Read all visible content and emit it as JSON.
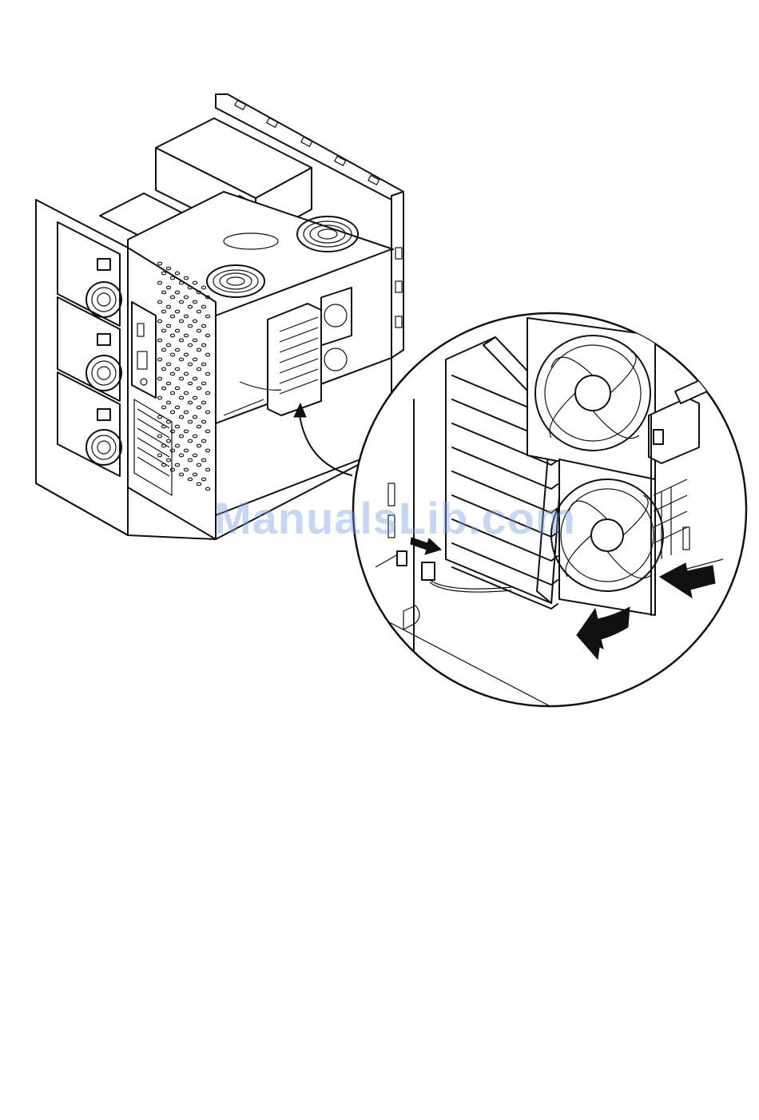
{
  "watermark": {
    "text": "ManualsLib.com",
    "color": "#78a0e6"
  },
  "diagram": {
    "subject": "tower-server-chassis",
    "detail_view": "fan-assembly-and-card-guide-removal",
    "icons": [
      "server-chassis-icon",
      "power-supply-icon",
      "fan-icon",
      "card-guide-icon",
      "curved-arrow-icon",
      "arrow-icon",
      "connector-icon"
    ]
  }
}
